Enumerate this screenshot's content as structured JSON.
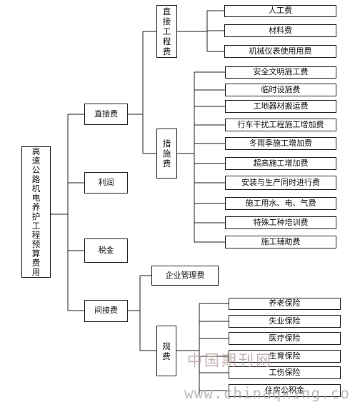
{
  "root": {
    "label": "高速公路机电养护工程预算费用"
  },
  "level1": {
    "direct": "直接费",
    "profit": "利润",
    "tax": "税金",
    "indirect": "间接费"
  },
  "direct_engineering": {
    "label": "直接工程费",
    "items": [
      "人工费",
      "材料费",
      "机械仪表使用用费"
    ]
  },
  "measures": {
    "label": "措施费",
    "items": [
      "安全文明施工费",
      "临时设施费",
      "工地器材搬运费",
      "行车干扰工程施工增加费",
      "冬雨季施工增加费",
      "超高施工增加费",
      "安装与生产同时进行费",
      "施工用水、电、气费",
      "特殊工种培训费",
      "施工辅助费"
    ]
  },
  "enterprise_management": {
    "label": "企业管理费"
  },
  "fees": {
    "label": "规费",
    "items": [
      "养老保险",
      "失业保险",
      "医疗保险",
      "生育保险",
      "工伤保险",
      "住房公积金"
    ]
  },
  "watermark": {
    "cn": "中国期刊网",
    "url": "www.chinaqking.com"
  }
}
